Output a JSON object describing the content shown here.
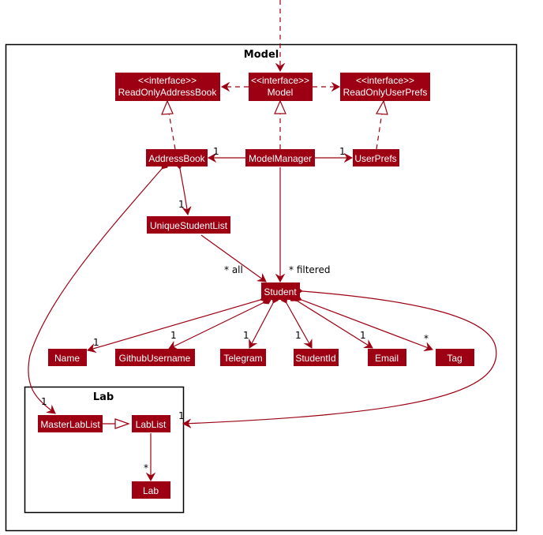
{
  "packages": {
    "model": {
      "title": "Model"
    },
    "lab": {
      "title": "Lab"
    }
  },
  "classes": {
    "readOnlyAddressBook": {
      "stereotype": "<<interface>>",
      "name": "ReadOnlyAddressBook"
    },
    "model": {
      "stereotype": "<<interface>>",
      "name": "Model"
    },
    "readOnlyUserPrefs": {
      "stereotype": "<<interface>>",
      "name": "ReadOnlyUserPrefs"
    },
    "addressBook": {
      "name": "AddressBook"
    },
    "modelManager": {
      "name": "ModelManager"
    },
    "userPrefs": {
      "name": "UserPrefs"
    },
    "uniqueStudentList": {
      "name": "UniqueStudentList"
    },
    "student": {
      "name": "Student"
    },
    "name": {
      "name": "Name"
    },
    "githubUsername": {
      "name": "GithubUsername"
    },
    "telegram": {
      "name": "Telegram"
    },
    "studentId": {
      "name": "StudentId"
    },
    "email": {
      "name": "Email"
    },
    "tag": {
      "name": "Tag"
    },
    "masterLabList": {
      "name": "MasterLabList"
    },
    "labList": {
      "name": "LabList"
    },
    "lab": {
      "name": "Lab"
    }
  },
  "multiplicities": {
    "mm_addressBook": "1",
    "mm_userPrefs": "1",
    "ab_uniqueStudentList": "1",
    "usl_student": "* all",
    "mm_student": "* filtered",
    "student_name": "1",
    "student_github": "1",
    "student_telegram": "1",
    "student_studentId": "1",
    "student_email": "1",
    "student_tag": "*",
    "ab_masterLabList": "1",
    "student_labList": "1",
    "labList_lab": "*"
  },
  "colors": {
    "class_fill": "#9d0012",
    "edge": "#9d0012",
    "text_on_class": "#ffffff"
  }
}
